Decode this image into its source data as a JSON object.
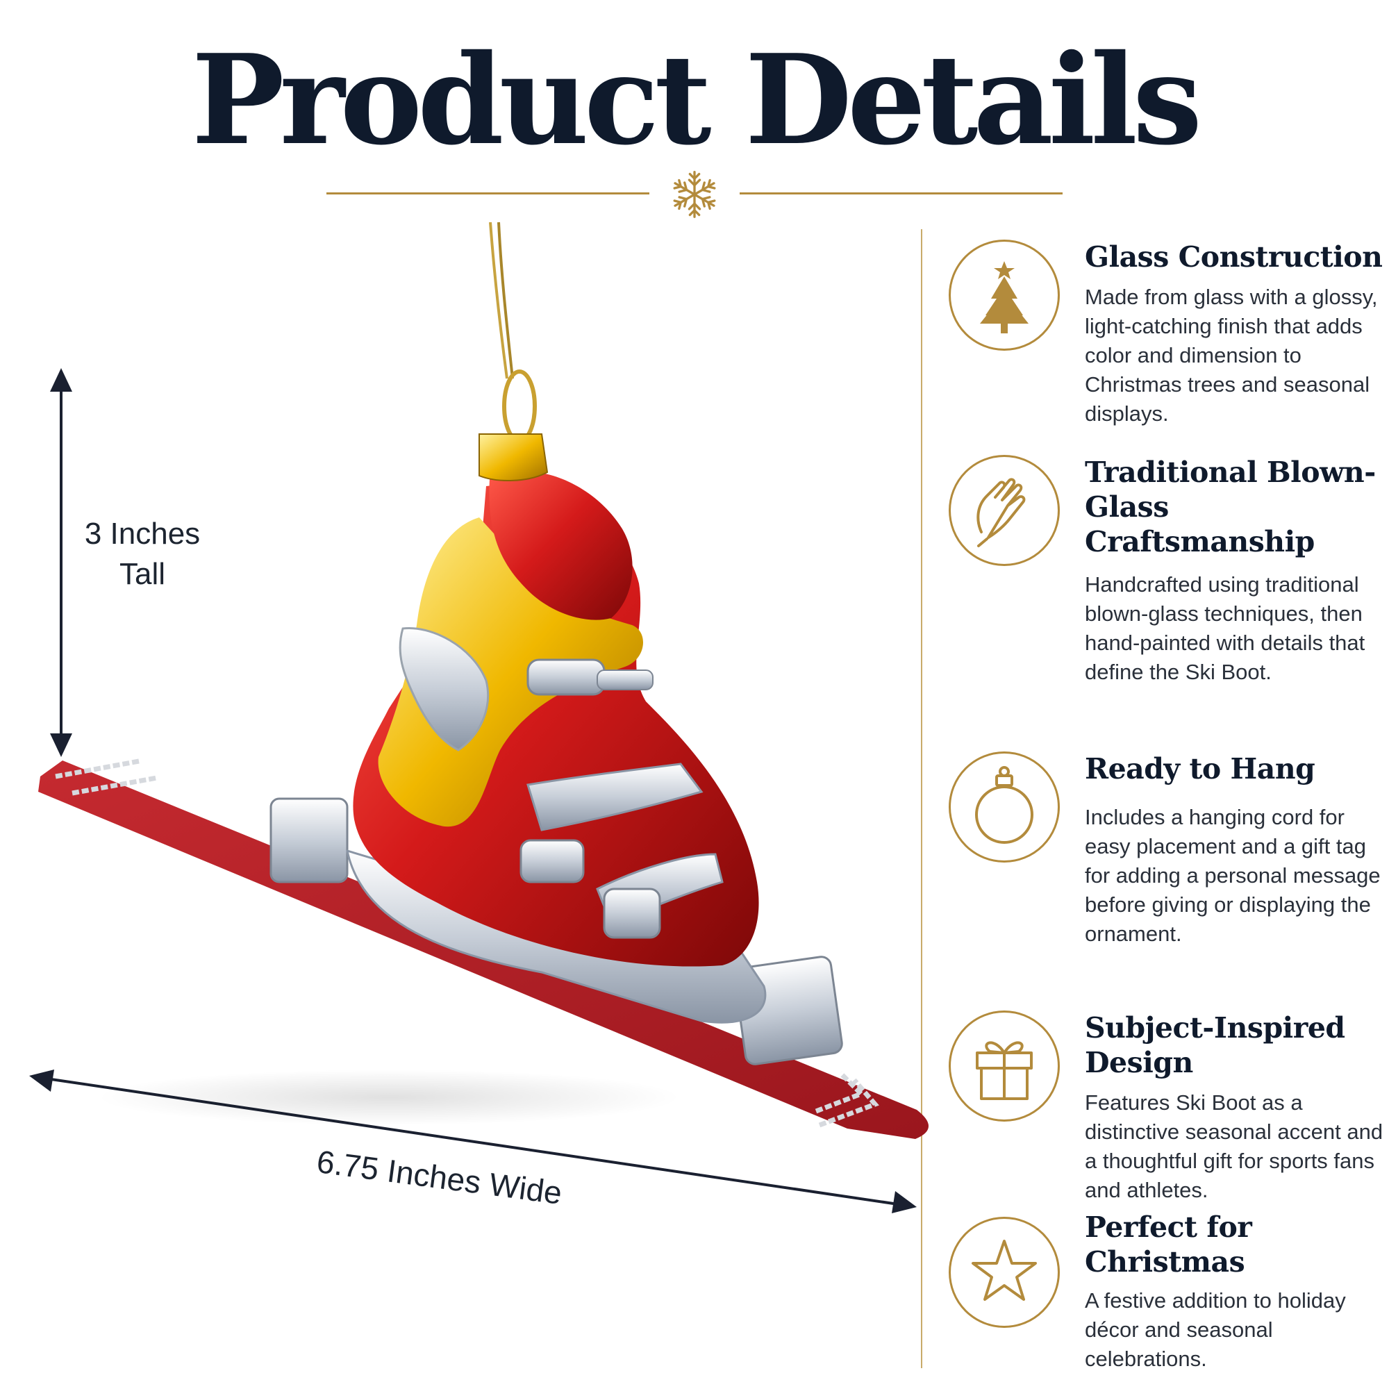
{
  "header": {
    "title": "Product Details"
  },
  "dimensions": {
    "height_label": "3 Inches Tall",
    "width_label": "6.75 Inches Wide"
  },
  "colors": {
    "accent_gold": "#b38b3c",
    "heading_navy": "#0f1a2c",
    "ski_red": "#b3202a",
    "boot_red": "#d21c1c",
    "boot_yellow": "#f0b800",
    "boot_silver": "#d8dde4"
  },
  "features": [
    {
      "icon": "christmas-tree-icon",
      "title": "Glass Construction",
      "description": "Made from glass with a glossy, light-catching finish that adds color and dimension to Christmas trees and seasonal displays."
    },
    {
      "icon": "hand-icon",
      "title": "Traditional Blown-Glass Craftsmanship",
      "description": "Handcrafted using traditional blown-glass techniques, then hand-painted with details that define the Ski Boot."
    },
    {
      "icon": "ornament-bauble-icon",
      "title": "Ready to Hang",
      "description": "Includes a hanging cord for easy placement and a gift tag for adding a personal message before giving or displaying the ornament."
    },
    {
      "icon": "gift-box-icon",
      "title": "Subject-Inspired Design",
      "description": "Features Ski Boot as a distinctive seasonal accent and a thoughtful gift for sports fans and athletes."
    },
    {
      "icon": "star-icon",
      "title": "Perfect for Christmas",
      "description": "A festive addition to holiday décor and seasonal celebrations."
    }
  ]
}
